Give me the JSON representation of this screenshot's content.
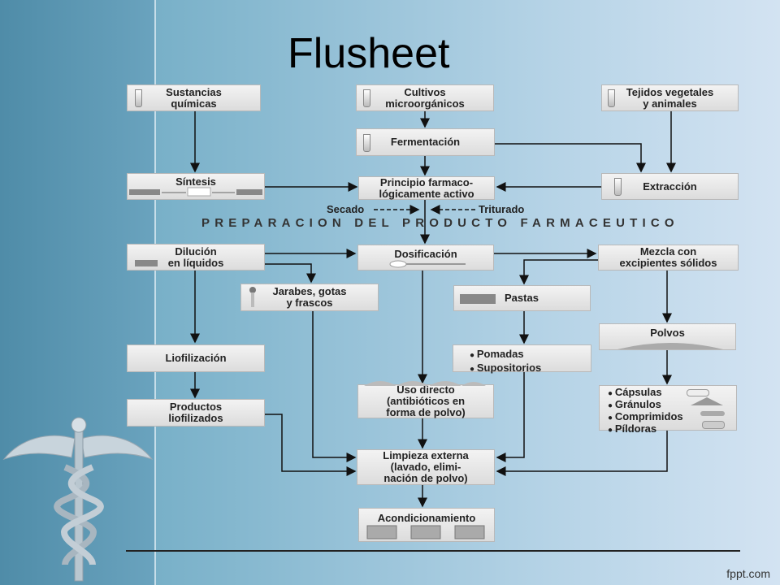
{
  "title": "Flusheet",
  "band_label": "PREPARACION DEL PRODUCTO FARMACEUTICO",
  "secado_label": "Secado",
  "triturado_label": "Triturado",
  "brand": "fppt.com",
  "nodes": {
    "sustancias": "Sustancias\nquímicas",
    "cultivos": "Cultivos\nmicroorgánicos",
    "tejidos": "Tejidos vegetales\ny animales",
    "fermentacion": "Fermentación",
    "sintesis": "Síntesis",
    "principio": "Principio farmaco-\nlógicamente activo",
    "extraccion": "Extracción",
    "dilucion": "Dilución\nen líquidos",
    "dosificacion": "Dosificación",
    "mezcla": "Mezcla con\nexcipientes sólidos",
    "jarabes": "Jarabes, gotas\ny frascos",
    "pastas": "Pastas",
    "polvos": "Polvos",
    "liofilizacion": "Liofilización",
    "uso_directo": "Uso directo\n(antibióticos en\nforma de polvo)",
    "productos_liof": "Productos\nliofilizados",
    "limpieza": "Limpieza externa\n(lavado, elimi-\nnación de polvo)",
    "acondicionamiento": "Acondicionamiento"
  },
  "pomadas_list": [
    "Pomadas",
    "Supositorios"
  ],
  "capsulas_list": [
    "Cápsulas",
    "Gránulos",
    "Comprimidos",
    "Píldoras"
  ]
}
